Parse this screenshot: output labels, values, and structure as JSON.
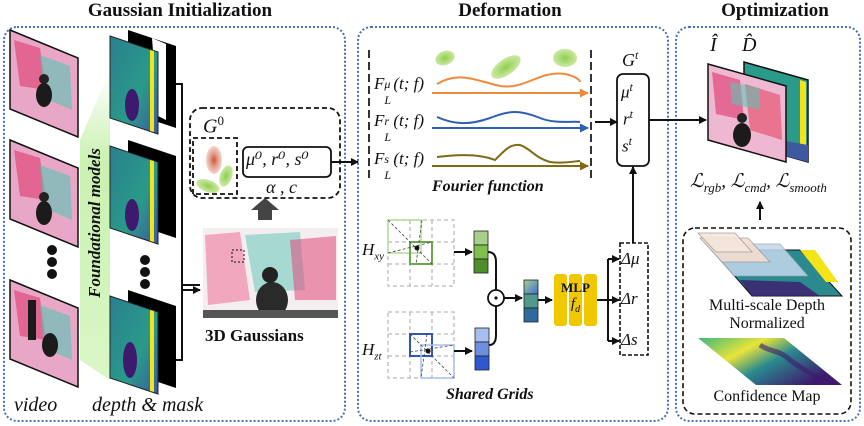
{
  "sections": {
    "init": {
      "title": "Gaussian Initialization"
    },
    "deform": {
      "title": "Deformation"
    },
    "optim": {
      "title": "Optimization"
    }
  },
  "init": {
    "foundational_label": "Foundational models",
    "video_label": "video",
    "depth_mask_label": "depth & mask",
    "g0_label": "G",
    "g0_sup": "0",
    "params_main": "μ⁰, r⁰, s⁰",
    "params_sub": "α , c",
    "gaussians_label": "3D Gaussians"
  },
  "deform": {
    "fourier_rows": [
      {
        "sup": "μ",
        "text": "F",
        "sub": "L",
        "arg": "(t; f)",
        "color": "#ef8a3c"
      },
      {
        "sup": "r",
        "text": "F",
        "sub": "L",
        "arg": "(t; f)",
        "color": "#2f5fb3"
      },
      {
        "sup": "s",
        "text": "F",
        "sub": "L",
        "arg": "(t; f)",
        "color": "#7f6a14"
      }
    ],
    "fourier_label": "Fourier function",
    "gt_label": "G",
    "gt_sup": "t",
    "gt_params": [
      "μ",
      "r",
      "s"
    ],
    "gt_param_sup": "t",
    "hxy_label": "H",
    "hxy_sub": "xy",
    "hzt_label": "H",
    "hzt_sub": "zt",
    "hadamard_symbol": "⊙",
    "mlp_label": "MLP",
    "mlp_sub_f": "f",
    "mlp_sub_d": "d",
    "deltas": [
      "Δμ",
      "Δr",
      "Δs"
    ],
    "shared_grids_label": "Shared Grids"
  },
  "optim": {
    "i_hat": "Î",
    "d_hat": "D̂",
    "loss_text": [
      {
        "main": "ℒ",
        "sub": "rgb"
      },
      {
        "main": "ℒ",
        "sub": "cmd"
      },
      {
        "main": "ℒ",
        "sub": "smooth"
      }
    ],
    "multiscale_label_1": "Multi-scale Depth",
    "multiscale_label_2": "Normalized",
    "confidence_label": "Confidence Map"
  },
  "colors": {
    "panel_border": "#4a6fb5",
    "green_cell": "#6aa84f",
    "blue_cell": "#3d6fd6",
    "mlp": "#f0c800",
    "depth_teal": "#2a8a8a",
    "depth_purple": "#3d1a6e",
    "depth_yellow": "#f5e31a"
  }
}
